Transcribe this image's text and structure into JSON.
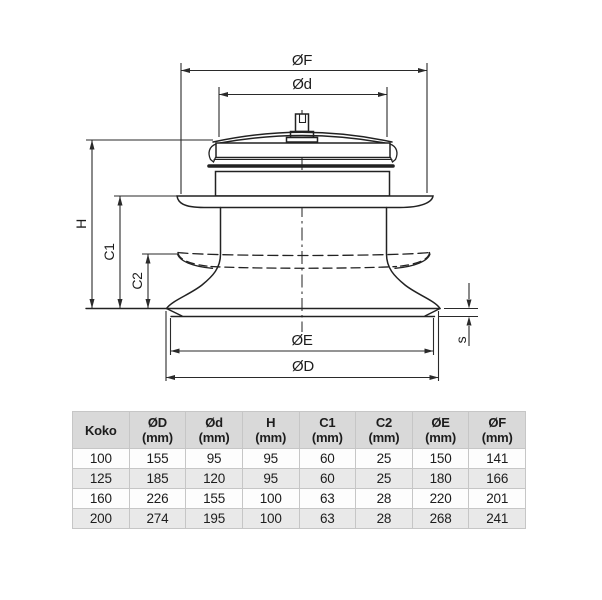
{
  "diagram": {
    "labels": {
      "of": "ØF",
      "od_small": "Ød",
      "h": "H",
      "c1": "C1",
      "c2": "C2",
      "oe": "ØE",
      "od_big": "ØD",
      "s": "s"
    },
    "line_color": "#222222"
  },
  "table": {
    "headers": [
      {
        "label": "Koko",
        "unit": ""
      },
      {
        "label": "ØD",
        "unit": "(mm)"
      },
      {
        "label": "Ød",
        "unit": "(mm)"
      },
      {
        "label": "H",
        "unit": "(mm)"
      },
      {
        "label": "C1",
        "unit": "(mm)"
      },
      {
        "label": "C2",
        "unit": "(mm)"
      },
      {
        "label": "ØE",
        "unit": "(mm)"
      },
      {
        "label": "ØF",
        "unit": "(mm)"
      }
    ],
    "rows": [
      [
        "100",
        "155",
        "95",
        "95",
        "60",
        "25",
        "150",
        "141"
      ],
      [
        "125",
        "185",
        "120",
        "95",
        "60",
        "25",
        "180",
        "166"
      ],
      [
        "160",
        "226",
        "155",
        "100",
        "63",
        "28",
        "220",
        "201"
      ],
      [
        "200",
        "274",
        "195",
        "100",
        "63",
        "28",
        "268",
        "241"
      ]
    ]
  }
}
